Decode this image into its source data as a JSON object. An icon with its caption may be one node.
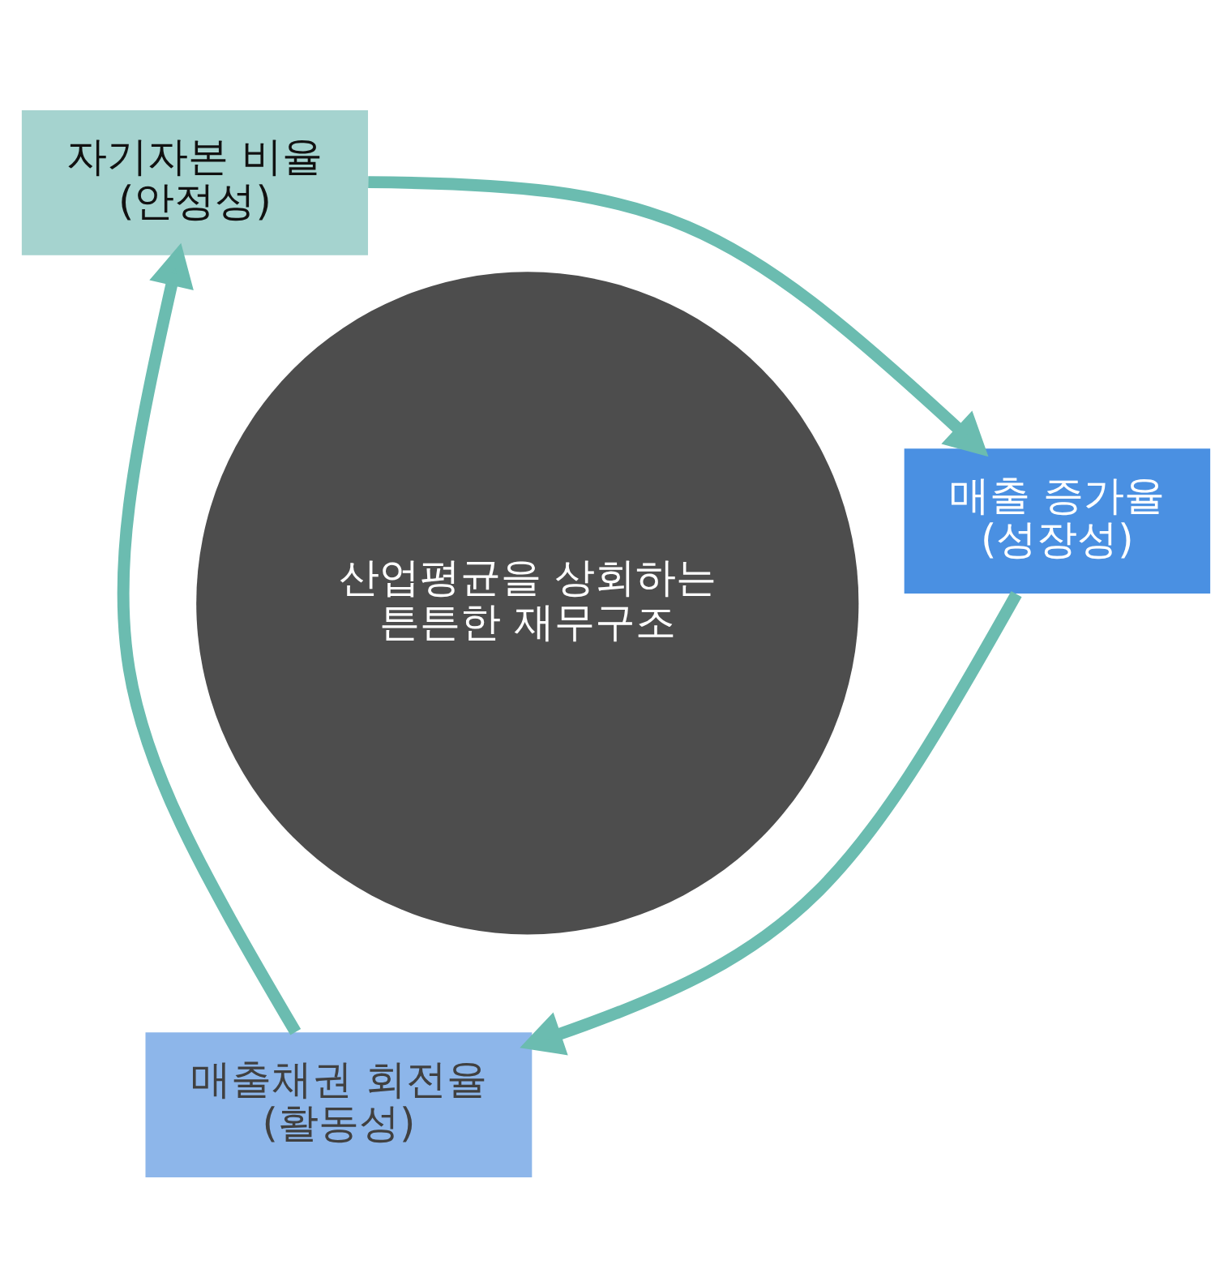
{
  "diagram": {
    "nodes": [
      {
        "text": [
          "산업평균을 상회하는 튼튼한 재무구조"
        ]
      },
      {
        "text": [
          "매출 증가율 (성장성)"
        ]
      },
      {
        "text": [
          "매출채권 회전율 (활동성)"
        ]
      },
      {
        "text": [
          "자기자본 비율 (안정성)"
        ]
      }
    ],
    "edges": [
      {
        "from": 1,
        "to": 2,
        "arrow": "to"
      },
      {
        "from": 2,
        "to": 3,
        "arrow": "to"
      },
      {
        "from": 3,
        "to": 1,
        "arrow": "to"
      }
    ]
  }
}
